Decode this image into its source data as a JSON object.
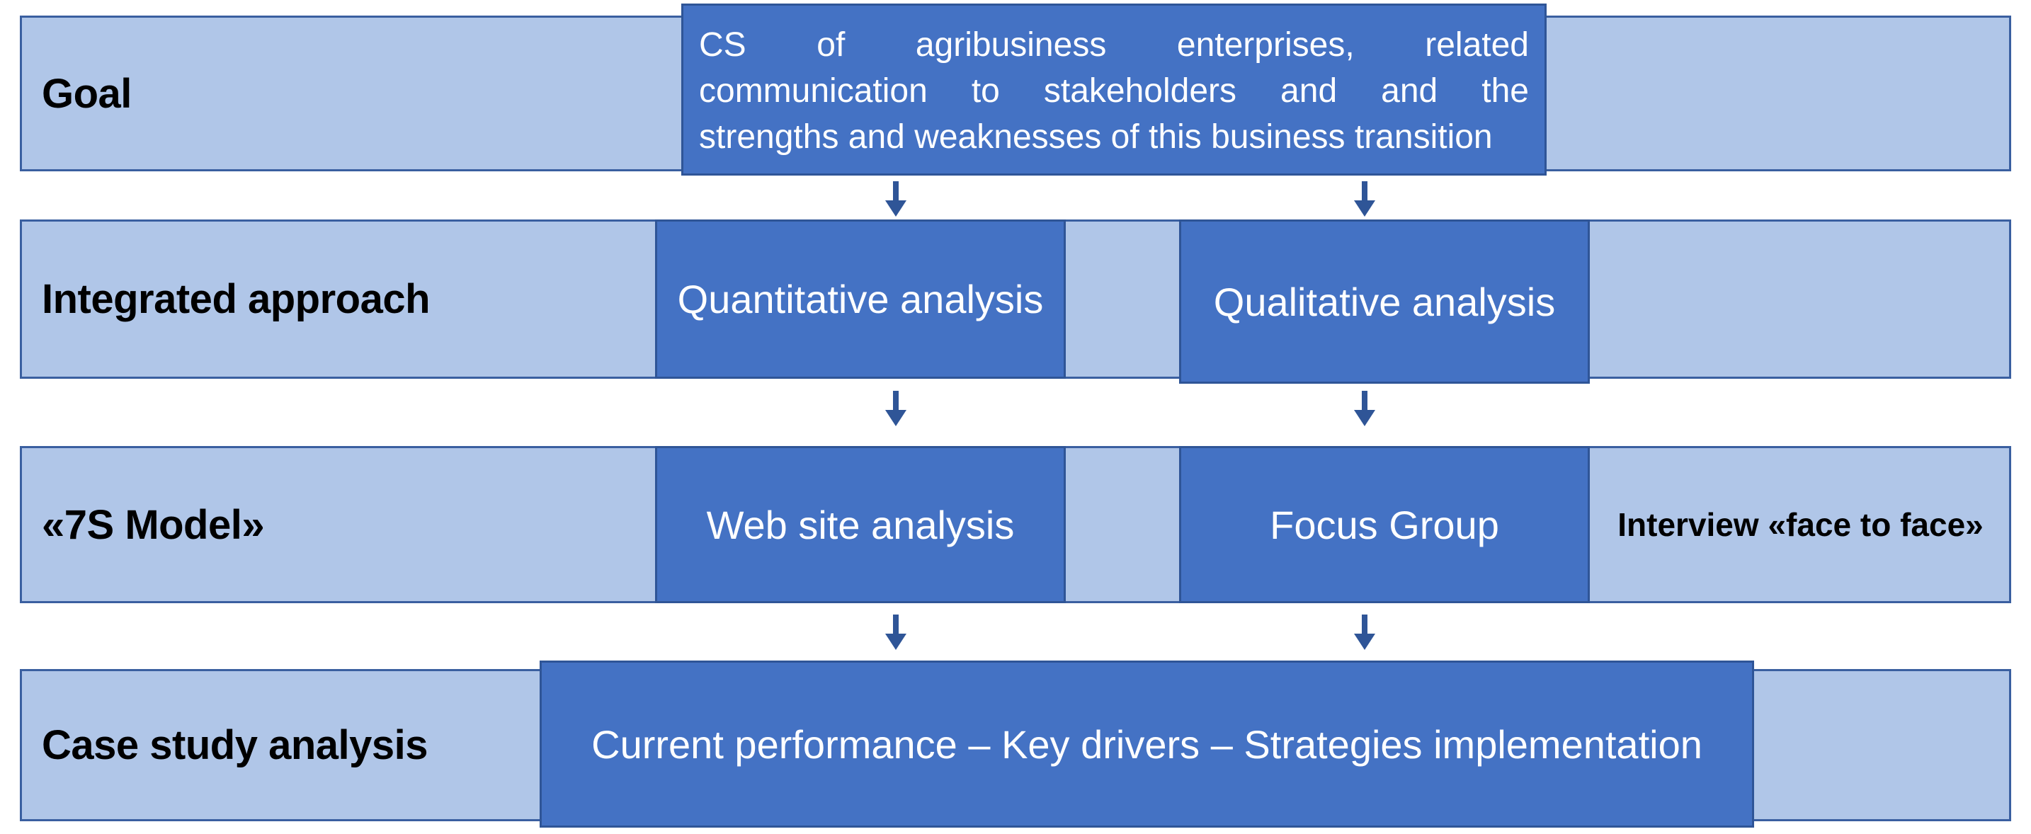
{
  "diagram": {
    "title": "Research framework: integrated approach to case study analysis",
    "colors": {
      "band_fill": "#B0C6E8",
      "band_border": "#3A5FA0",
      "box_fill": "#4472C4",
      "box_border": "#2F5597",
      "arrow": "#2F5597",
      "label_text": "#000000",
      "box_text": "#FFFFFF",
      "background": "#FFFFFF"
    },
    "rows": [
      {
        "id": "goal",
        "label": "Goal",
        "box": {
          "id": "goal-statement",
          "line1": "CS of agribusiness enterprises, related",
          "line2": "communication to stakeholders and  and the",
          "line3": "strengths and weaknesses of this business transition",
          "full_text": "CS of agribusiness enterprises, related communication to stakeholders and  and the strengths and weaknesses of this business transition"
        }
      },
      {
        "id": "integrated-approach",
        "label": "Integrated approach",
        "boxes": [
          {
            "id": "quantitative-analysis",
            "label": "Quantitative analysis"
          },
          {
            "id": "qualitative-analysis",
            "label": "Qualitative analysis"
          }
        ]
      },
      {
        "id": "seven-s-model",
        "label": "«7S Model»",
        "boxes": [
          {
            "id": "web-site-analysis",
            "label": "Web site analysis"
          },
          {
            "id": "focus-group",
            "label": "Focus Group"
          }
        ],
        "plain_labels": [
          {
            "id": "interview-face-to-face",
            "label": "Interview «face to face»"
          }
        ]
      },
      {
        "id": "case-study-analysis",
        "label": "Case study analysis",
        "boxes": [
          {
            "id": "outcomes",
            "label": "Current  performance – Key drivers – Strategies implementation"
          }
        ]
      }
    ],
    "arrows": [
      {
        "id": "arrow-goal-to-quantitative",
        "direction": "down"
      },
      {
        "id": "arrow-goal-to-qualitative",
        "direction": "down"
      },
      {
        "id": "arrow-quantitative-to-website",
        "direction": "down"
      },
      {
        "id": "arrow-qualitative-to-focusgroup",
        "direction": "down"
      },
      {
        "id": "arrow-website-to-casestudy",
        "direction": "down"
      },
      {
        "id": "arrow-focusgroup-to-casestudy",
        "direction": "down"
      }
    ]
  }
}
